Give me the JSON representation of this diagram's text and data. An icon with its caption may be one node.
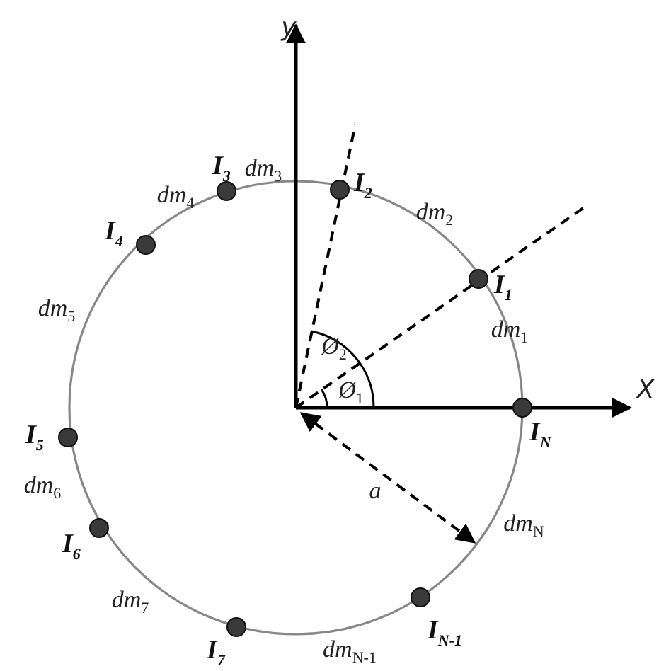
{
  "diagram": {
    "nodes": [
      {
        "text": [
          "I$_{3}$"
        ]
      },
      {
        "text": [
          "I$_{2}$"
        ]
      },
      {
        "text": [
          "I$_{4}$"
        ]
      },
      {
        "text": [
          "I$_{1}$"
        ]
      },
      {
        "text": [
          "I$_{5}$"
        ]
      },
      {
        "text": [
          "I$_{N}$"
        ]
      },
      {
        "text": [
          "I$_{6}$"
        ]
      },
      {
        "text": [
          "I$_{N-1}$"
        ]
      },
      {
        "text": [
          "I$_{7}$"
        ]
      }
    ],
    "labels": [
      "y",
      "dm$_{3}$",
      "dm$_{4}$",
      "dm$_{2}$",
      "dm$_{5}$",
      "Ø$_{2}$",
      "dm$_{1}$",
      "Ø$_{1}$",
      "X",
      "dm$_{6}$",
      "a",
      "dm$_{N}$",
      "dm$_{7}$",
      "dm$_{N-1}$"
    ]
  }
}
